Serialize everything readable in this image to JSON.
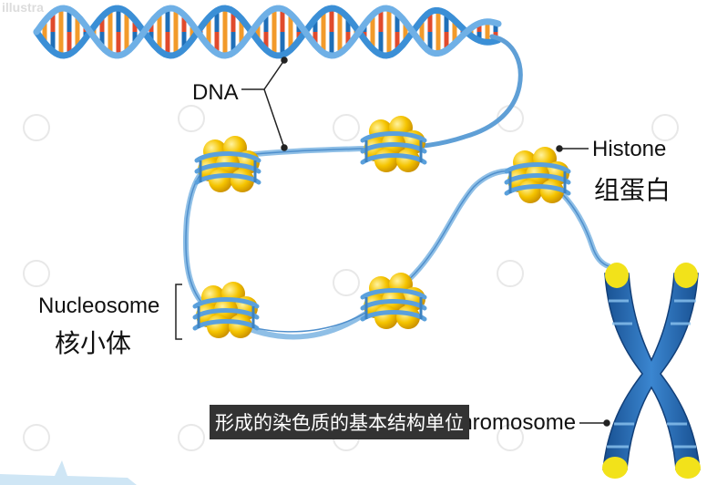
{
  "labels": {
    "dna": "DNA",
    "histone_en": "Histone",
    "histone_zh": "组蛋白",
    "nucleosome_en": "Nucleosome",
    "nucleosome_zh": "核小体",
    "chromosome": "Chromosome"
  },
  "subtitle": "形成的染色质的基本结构单位",
  "watermark": "illustra",
  "colors": {
    "helix_backbone": "#2f7fc8",
    "base_red": "#e04a2c",
    "base_orange": "#f29a2a",
    "base_blue": "#1f6fb8",
    "histone_yellow": "#f5c400",
    "fiber_blue": "#8fbfe6",
    "chromosome_blue": "#1f5fa8",
    "telomere_yellow": "#f2e21a"
  }
}
